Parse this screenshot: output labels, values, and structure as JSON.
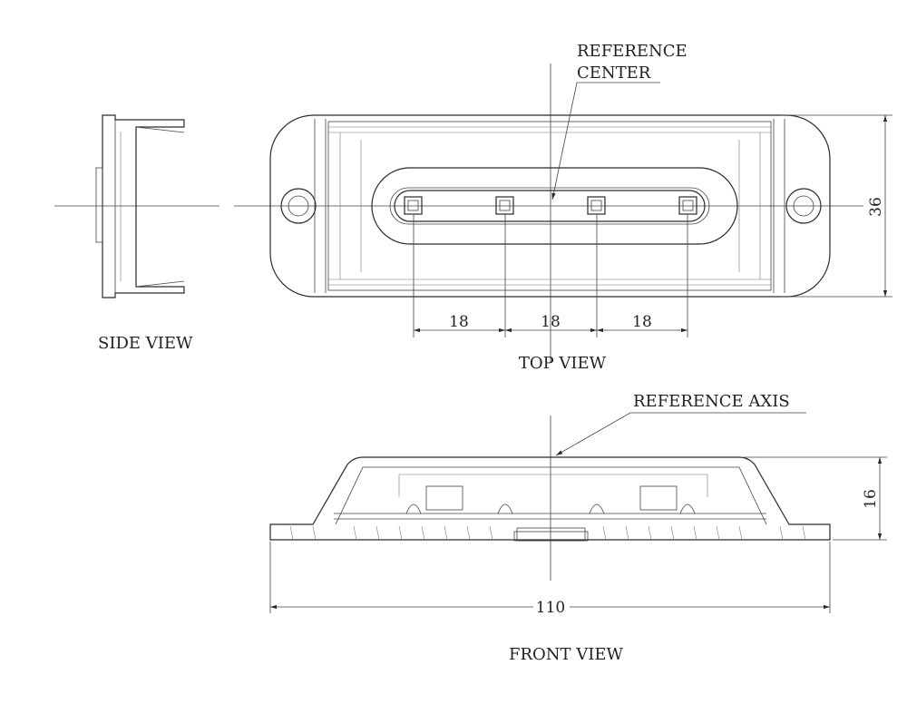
{
  "labels": {
    "reference_center_line1": "REFERENCE",
    "reference_center_line2": "CENTER",
    "reference_axis": "REFERENCE AXIS",
    "side_view": "SIDE VIEW",
    "top_view": "TOP VIEW",
    "front_view": "FRONT VIEW"
  },
  "dimensions": {
    "led_spacing_1": "18",
    "led_spacing_2": "18",
    "led_spacing_3": "18",
    "height_top_view": "36",
    "height_front_view": "16",
    "overall_width": "110"
  },
  "colors": {
    "line": "#2a2a2a",
    "background": "#ffffff"
  }
}
